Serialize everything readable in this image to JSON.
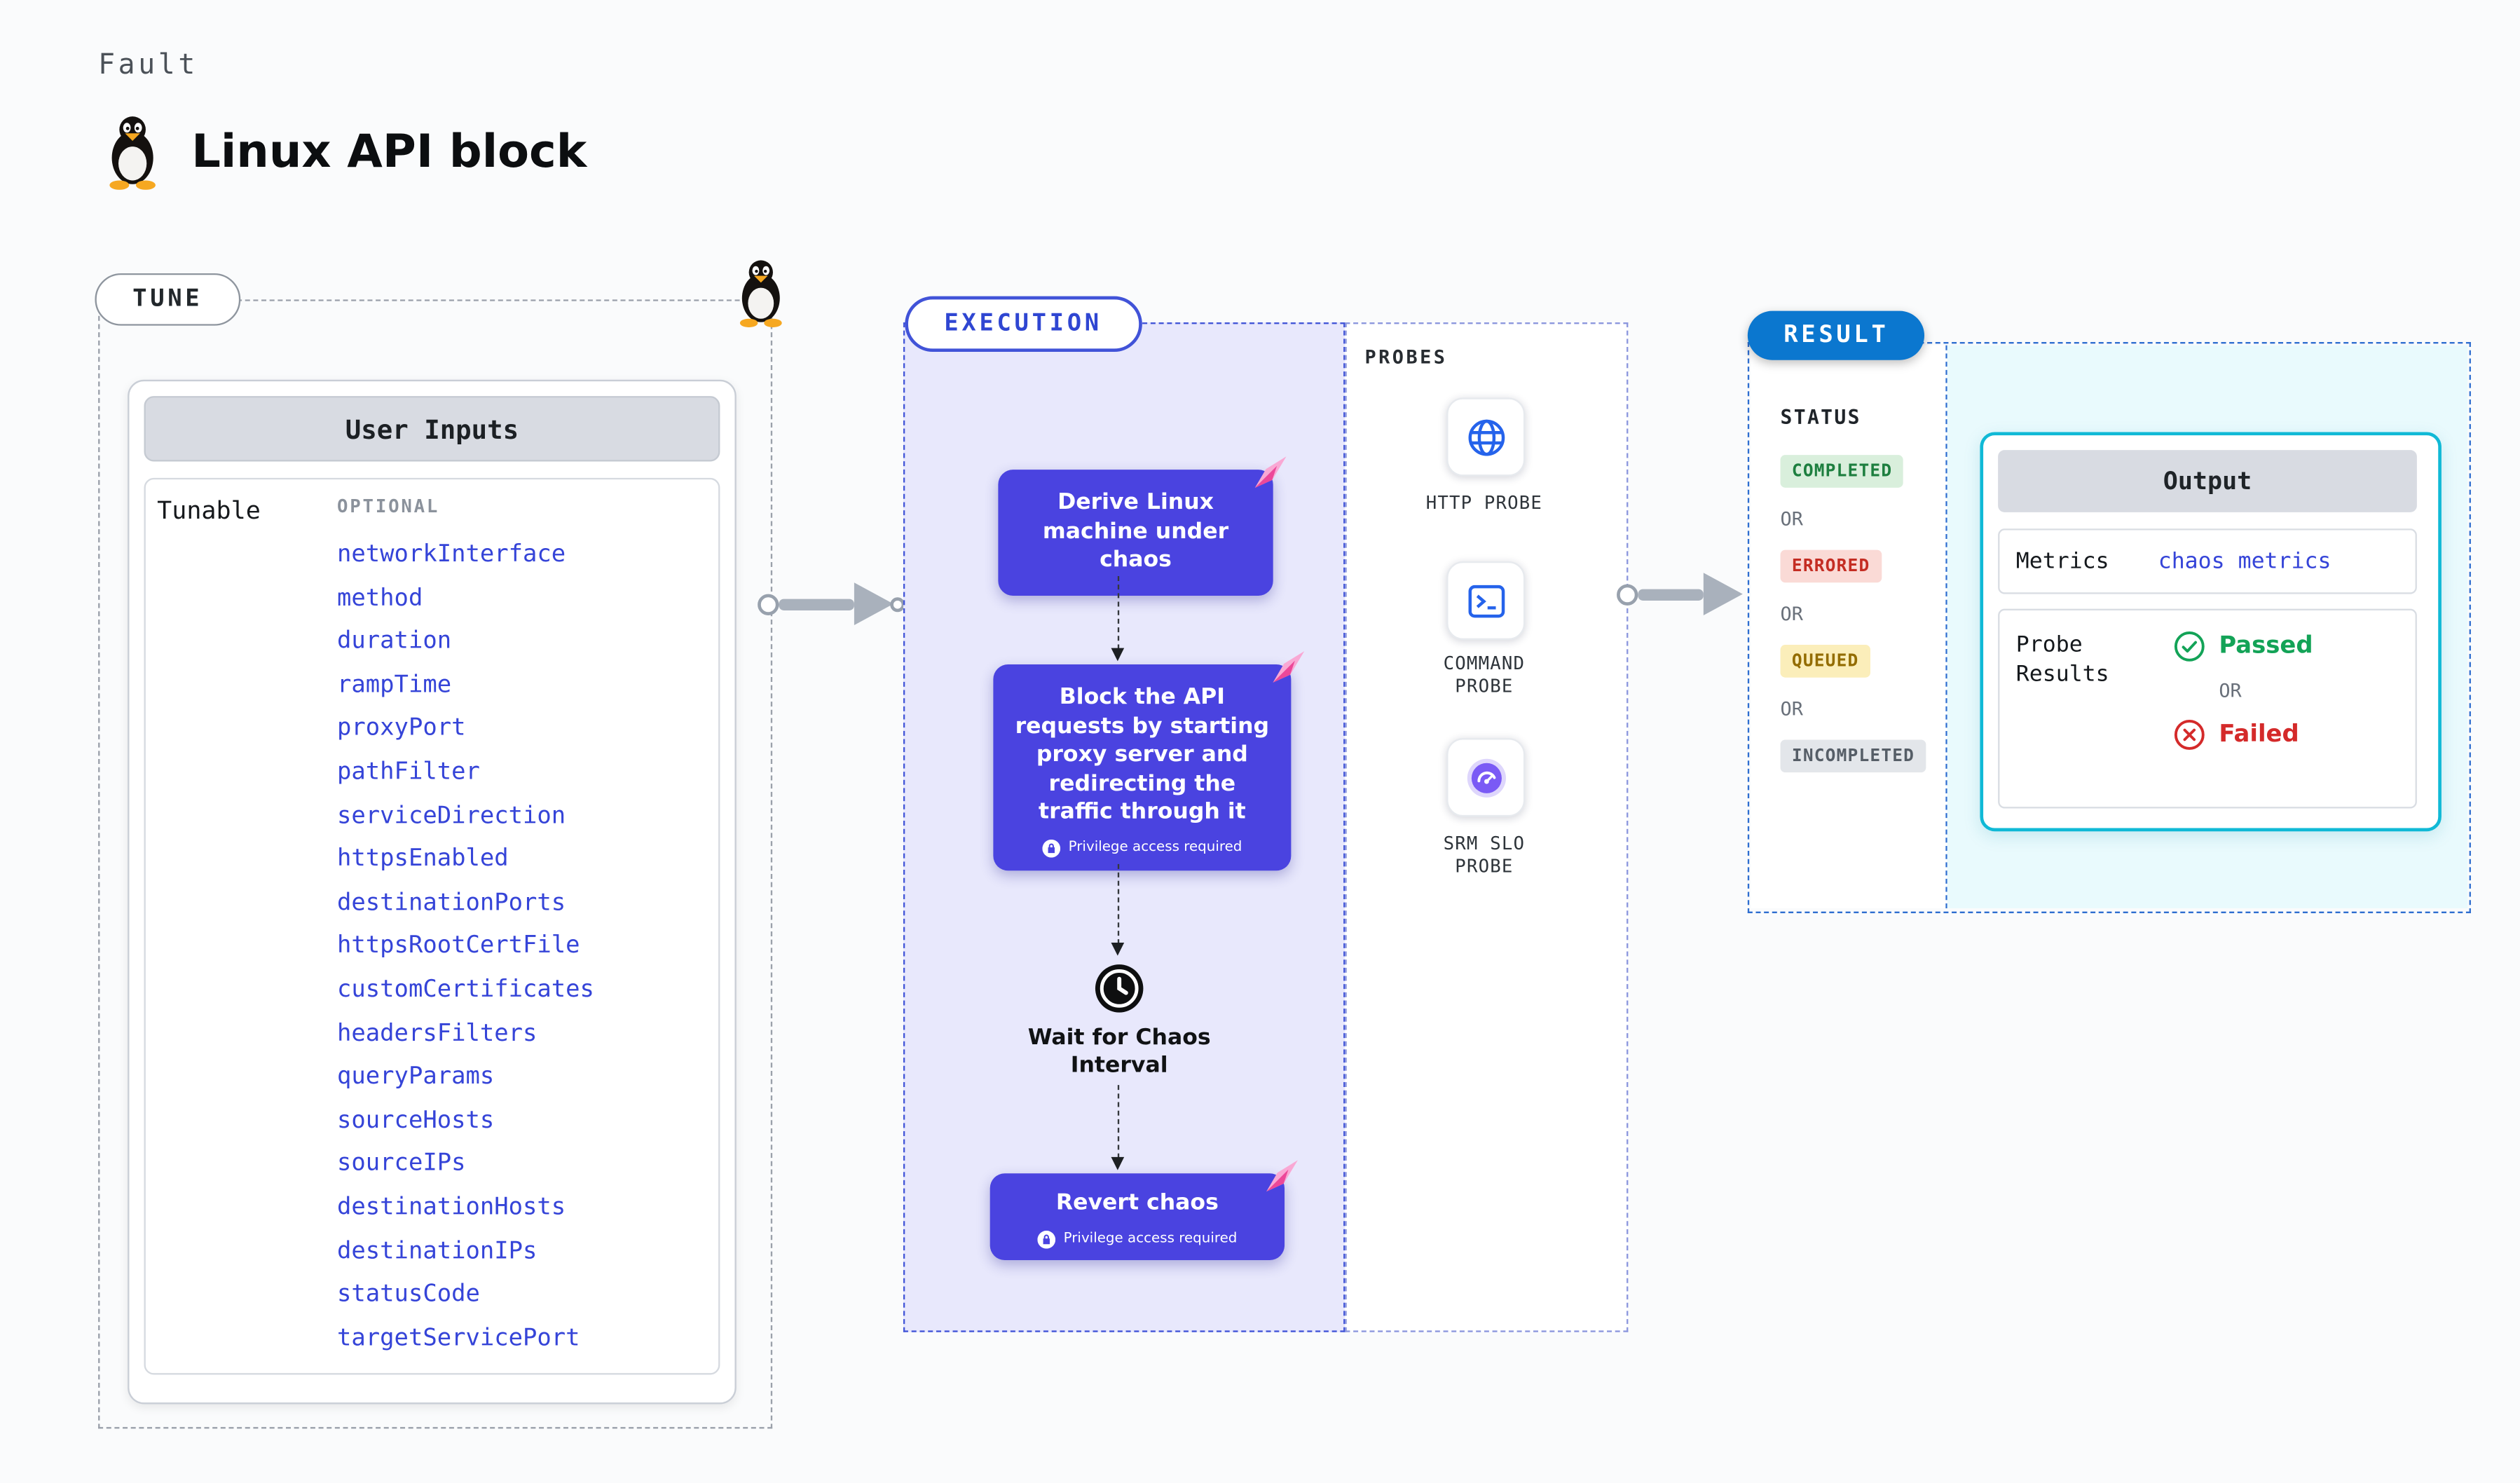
{
  "page": {
    "kicker": "Fault",
    "title": "Linux API block"
  },
  "tune": {
    "label": "TUNE",
    "card_title": "User Inputs",
    "row_label": "Tunable",
    "optional_label": "OPTIONAL",
    "inputs": [
      "networkInterface",
      "method",
      "duration",
      "rampTime",
      "proxyPort",
      "pathFilter",
      "serviceDirection",
      "httpsEnabled",
      "destinationPorts",
      "httpsRootCertFile",
      "customCertificates",
      "headersFilters",
      "queryParams",
      "sourceHosts",
      "sourceIPs",
      "destinationHosts",
      "destinationIPs",
      "statusCode",
      "targetServicePort"
    ]
  },
  "execution": {
    "label": "EXECUTION",
    "step1": "Derive Linux machine under chaos",
    "step2": "Block the API requests by starting proxy server and redirecting the traffic through it",
    "wait_step": "Wait for Chaos Interval",
    "revert_step": "Revert chaos",
    "privilege_label": "Privilege access required"
  },
  "probes": {
    "label": "PROBES",
    "items": [
      {
        "name": "HTTP PROBE",
        "icon": "globe-icon"
      },
      {
        "name": "COMMAND PROBE",
        "icon": "terminal-icon"
      },
      {
        "name": "SRM SLO PROBE",
        "icon": "slo-gauge-icon"
      }
    ]
  },
  "result": {
    "label": "RESULT",
    "status_label": "STATUS",
    "or_label": "OR",
    "statuses": [
      {
        "label": "COMPLETED",
        "tone": "green"
      },
      {
        "label": "ERRORED",
        "tone": "red"
      },
      {
        "label": "QUEUED",
        "tone": "yellow"
      },
      {
        "label": "INCOMPLETED",
        "tone": "gray"
      }
    ],
    "output": {
      "title": "Output",
      "metrics_label": "Metrics",
      "metrics_value": "chaos metrics",
      "probe_results_label": "Probe Results",
      "passed_label": "Passed",
      "or_label": "OR",
      "failed_label": "Failed"
    }
  },
  "colors": {
    "accent_indigo": "#4a43e0",
    "link_blue": "#3544d8",
    "execution_bg": "#e8e8fc",
    "execution_border": "#4356d8",
    "result_pill_blue": "#0b77cf",
    "result_bg": "#e9fafd",
    "output_border_cyan": "#10b9d6",
    "completed_green": "#1d7f3f",
    "errored_red": "#c42d23",
    "queued_yellow": "#936c00",
    "incompleted_gray": "#565e67",
    "passed_green": "#13a357",
    "failed_red": "#d42a2a",
    "chaos_pink": "#ec4899",
    "probe_blue": "#2563eb",
    "probe_purple": "#7a5af5",
    "arrow_gray": "#a9b1bc"
  }
}
